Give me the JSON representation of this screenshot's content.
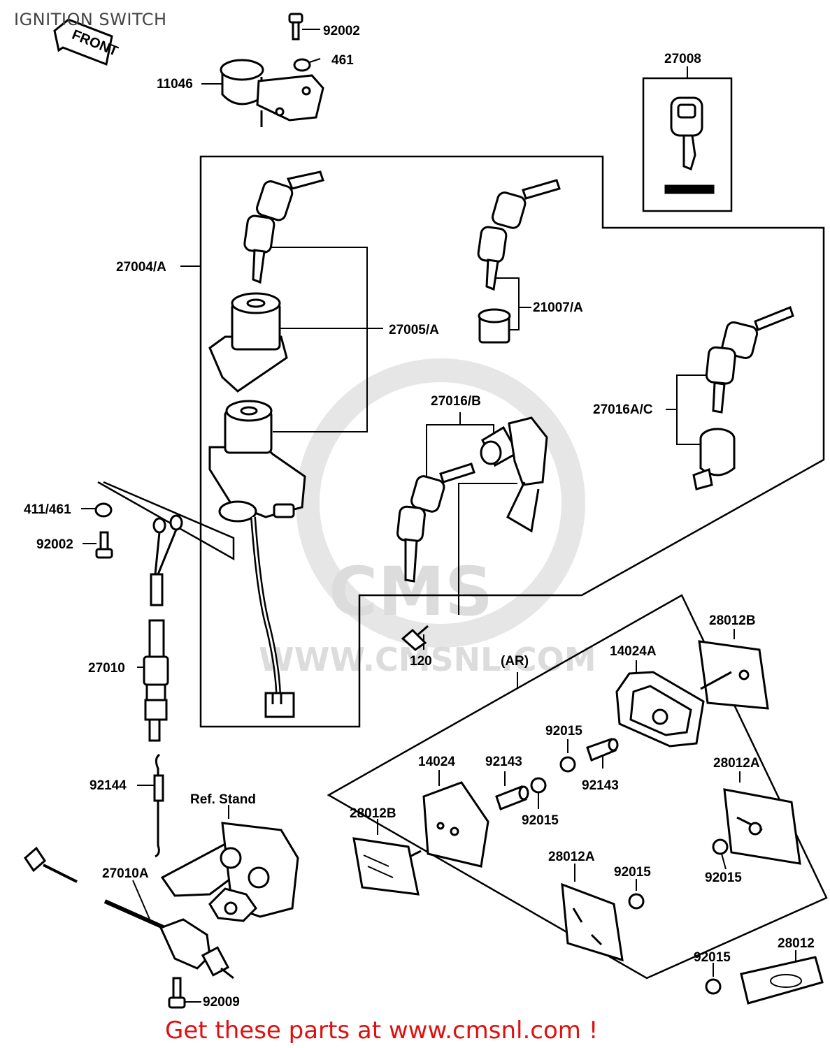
{
  "title": "IGNITION SWITCH",
  "footer": "Get these parts at www.cmsnl.com !",
  "watermark": {
    "brand": "CMS",
    "url": "WWW.CMSNL.COM"
  },
  "front_arrow": "FRONT",
  "labels": {
    "l92002_top": "92002",
    "l461": "461",
    "l11046": "11046",
    "l27008": "27008",
    "l27004A": "27004/A",
    "l27005A": "27005/A",
    "l21007A": "21007/A",
    "l27016B": "27016/B",
    "l27016AC": "27016A/C",
    "l411_461": "411/461",
    "l92002_mid": "92002",
    "l27010": "27010",
    "l120": "120",
    "lAR": "(AR)",
    "l28012B_top": "28012B",
    "l14024A": "14024A",
    "l92015_a": "92015",
    "l14024": "14024",
    "l92143_a": "92143",
    "l92143_b": "92143",
    "l92015_b": "92015",
    "l28012A_right": "28012A",
    "l92144": "92144",
    "lRefStand": "Ref. Stand",
    "l28012B_left": "28012B",
    "l28012A_mid": "28012A",
    "l92015_c": "92015",
    "l92015_d": "92015",
    "l27010A": "27010A",
    "l92015_e": "92015",
    "l28012": "28012",
    "l92009": "92009"
  },
  "colors": {
    "line": "#000000",
    "footer": "#e01010",
    "title": "#444444",
    "watermark": "#dcdcdc"
  }
}
